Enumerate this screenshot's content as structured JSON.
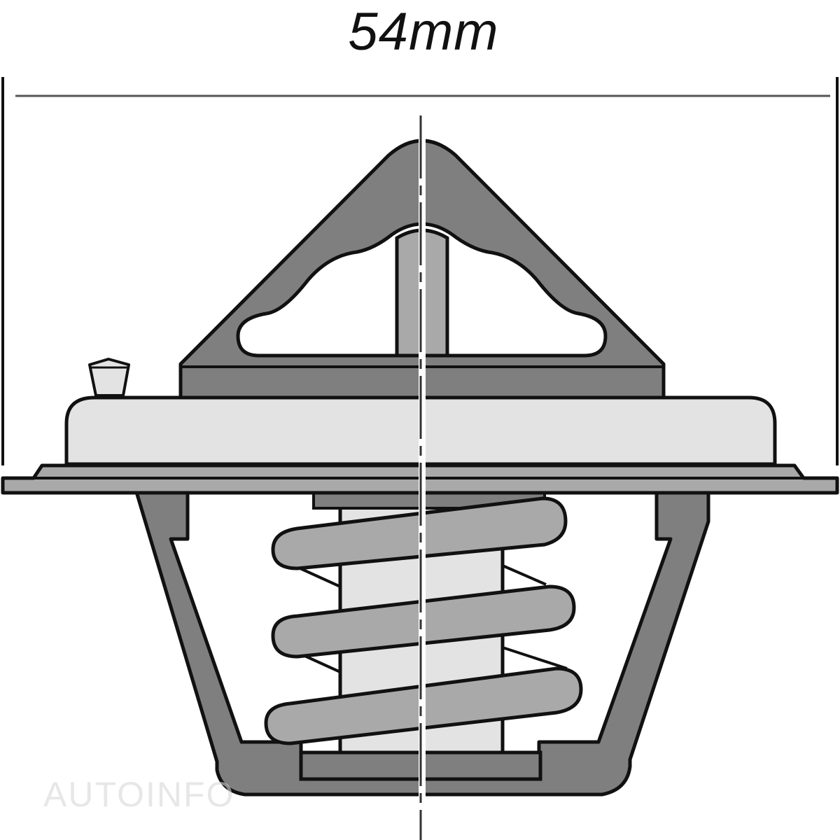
{
  "diagram": {
    "subject": "Thermostat cross-section",
    "dimension": {
      "label": "54mm",
      "measures": "overall flange width"
    },
    "parts": [
      {
        "id": "bridge",
        "label": "Top bridge / yoke"
      },
      {
        "id": "pin",
        "label": "Centre pin"
      },
      {
        "id": "valve-housing",
        "label": "Valve housing"
      },
      {
        "id": "jiggle-valve",
        "label": "Air bleed jiggle valve"
      },
      {
        "id": "flange",
        "label": "Mounting flange"
      },
      {
        "id": "cage",
        "label": "Lower cage / frame"
      },
      {
        "id": "spring",
        "label": "Coil spring",
        "turns": 3
      },
      {
        "id": "wax-element",
        "label": "Wax element"
      },
      {
        "id": "bottom-plate",
        "label": "Bottom retaining plate"
      },
      {
        "id": "centreline",
        "label": "Axis centreline"
      }
    ],
    "colors": {
      "dark_grey": "#7f7f7f",
      "mid_grey": "#a9a9a9",
      "light_grey": "#e3e3e3",
      "outline": "#111111",
      "background": "#ffffff"
    }
  },
  "watermark": {
    "text": "AUTOINFO"
  }
}
